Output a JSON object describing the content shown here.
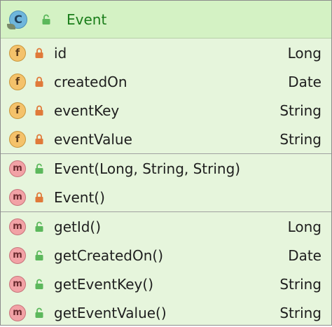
{
  "class": {
    "kind_letter": "C",
    "name": "Event",
    "visibility": "public"
  },
  "icon_letters": {
    "field": "f",
    "method": "m"
  },
  "colors": {
    "header_bg": "#d4f2c4",
    "body_bg": "#e6f5dc",
    "class_name": "#1a7d1a",
    "lock_private": "#e07a3a",
    "lock_public": "#5cb85c"
  },
  "fields": [
    {
      "name": "id",
      "type": "Long",
      "visibility": "private"
    },
    {
      "name": "createdOn",
      "type": "Date",
      "visibility": "private"
    },
    {
      "name": "eventKey",
      "type": "String",
      "visibility": "private"
    },
    {
      "name": "eventValue",
      "type": "String",
      "visibility": "private"
    }
  ],
  "constructors": [
    {
      "name": "Event(Long, String, String)",
      "type": "",
      "visibility": "public"
    },
    {
      "name": "Event()",
      "type": "",
      "visibility": "private"
    }
  ],
  "methods": [
    {
      "name": "getId()",
      "type": "Long",
      "visibility": "public"
    },
    {
      "name": "getCreatedOn()",
      "type": "Date",
      "visibility": "public"
    },
    {
      "name": "getEventKey()",
      "type": "String",
      "visibility": "public"
    },
    {
      "name": "getEventValue()",
      "type": "String",
      "visibility": "public"
    }
  ]
}
